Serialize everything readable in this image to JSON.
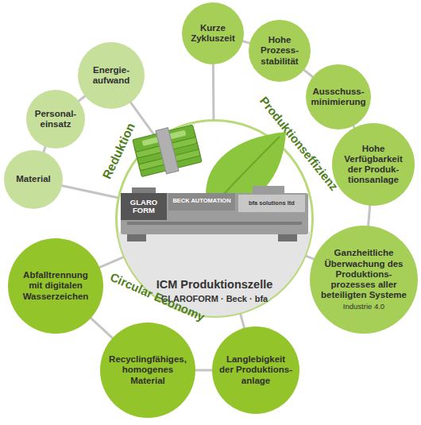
{
  "diagram": {
    "nodes": [
      {
        "text": [
          "ICM Produktionszelle",
          "GLAROFORM · Beck · bfa"
        ]
      },
      {
        "text": [
          "Energie- aufwand"
        ]
      },
      {
        "text": [
          "Personal- einsatz"
        ]
      },
      {
        "text": [
          "Material"
        ]
      },
      {
        "text": [
          "Kurze Zykluszeit"
        ]
      },
      {
        "text": [
          "Hohe Prozess- stabilität"
        ]
      },
      {
        "text": [
          "Ausschuss- minimierung"
        ]
      },
      {
        "text": [
          "Hohe Verfügbarkeit der Produk- tionsanlage"
        ]
      },
      {
        "text": [
          "Ganzheitliche Überwachung des Produktions- prozesses aller beteiligten Systeme",
          "Industrie 4.0"
        ]
      },
      {
        "text": [
          "Langlebigkeit der Produktions- anlage"
        ]
      },
      {
        "text": [
          "Recyclingfähiges, homogenes Material"
        ]
      },
      {
        "text": [
          "Abfalltrennung mit digitalen Wasserzeichen"
        ]
      }
    ],
    "edges": [
      {
        "from": 1,
        "to": 2,
        "arrow": "none"
      },
      {
        "from": 2,
        "to": 3,
        "arrow": "none"
      },
      {
        "from": 3,
        "to": 0,
        "arrow": "none"
      },
      {
        "from": 1,
        "to": 0,
        "arrow": "none"
      },
      {
        "from": 4,
        "to": 0,
        "arrow": "none"
      },
      {
        "from": 4,
        "to": 5,
        "arrow": "none"
      },
      {
        "from": 5,
        "to": 6,
        "arrow": "none"
      },
      {
        "from": 6,
        "to": 7,
        "arrow": "none"
      },
      {
        "from": 7,
        "to": 8,
        "arrow": "none"
      },
      {
        "from": 8,
        "to": 0,
        "arrow": "none"
      },
      {
        "from": 11,
        "to": 0,
        "arrow": "none"
      },
      {
        "from": 11,
        "to": 10,
        "arrow": "none"
      },
      {
        "from": 10,
        "to": 9,
        "arrow": "none"
      },
      {
        "from": 9,
        "to": 0,
        "arrow": "none"
      }
    ],
    "labels": [
      "Reduktion",
      "Produktionseffizienz",
      "Circular Economy",
      "GLARO FORM",
      "BECK AUTOMATION",
      "bfa solutions ltd"
    ]
  }
}
